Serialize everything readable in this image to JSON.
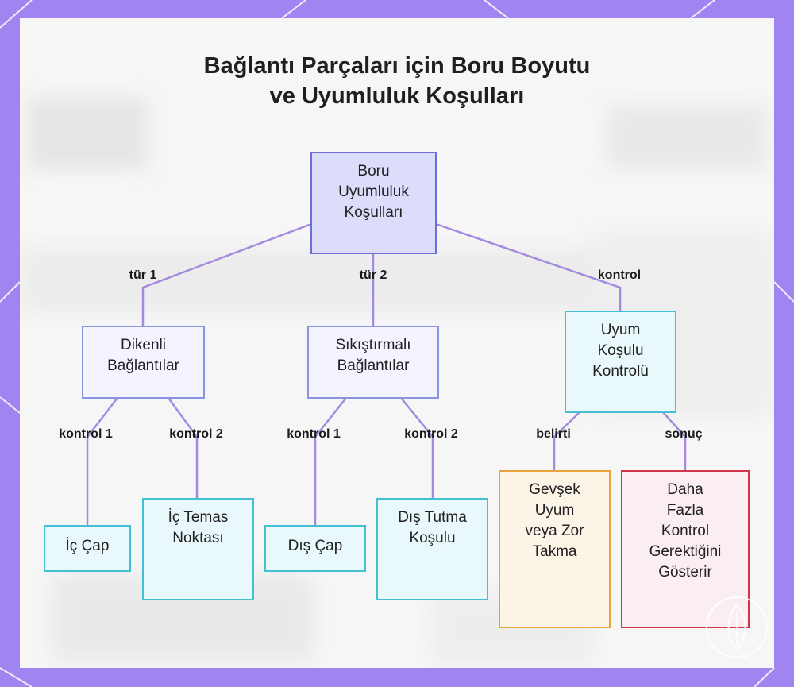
{
  "title": {
    "line1": "Bağlantı Parçaları için Boru Boyutu",
    "line2": "ve Uyumluluk Koşulları"
  },
  "nodes": {
    "root": [
      "Boru",
      "Uyumluluk",
      "Koşulları"
    ],
    "barbed": [
      "Dikenli",
      "Bağlantılar"
    ],
    "compression": [
      "Sıkıştırmalı",
      "Bağlantılar"
    ],
    "fit_check": [
      "Uyum",
      "Koşulu",
      "Kontrolü"
    ],
    "inner_diameter": [
      "İç Çap"
    ],
    "inner_contact": [
      "İç Temas",
      "Noktası"
    ],
    "outer_diameter": [
      "Dış Çap"
    ],
    "outer_grip": [
      "Dış Tutma",
      "Koşulu"
    ],
    "loose_fit": [
      "Gevşek",
      "Uyum",
      "veya Zor",
      "Takma"
    ],
    "more_control": [
      "Daha",
      "Fazla",
      "Kontrol",
      "Gerektiğini",
      "Gösterir"
    ]
  },
  "edge_labels": {
    "type1": "tür 1",
    "type2": "tür 2",
    "control": "kontrol",
    "barbed_c1": "kontrol 1",
    "barbed_c2": "kontrol 2",
    "comp_c1": "kontrol 1",
    "comp_c2": "kontrol 2",
    "symptom": "belirti",
    "result": "sonuç"
  },
  "colors": {
    "background": "#a084f0",
    "panel": "#f6f6f6",
    "connector": "#a58ae0",
    "root_border": "#6e6ed8",
    "category_border": "#8a93e0",
    "leaf_border": "#43c0d3",
    "warning_border": "#e8a33a",
    "result_border": "#d2344e"
  }
}
